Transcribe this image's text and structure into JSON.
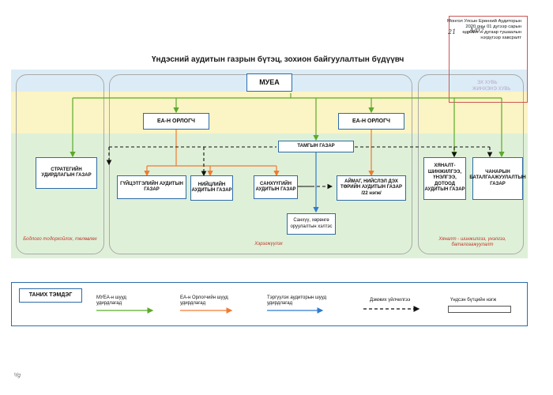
{
  "stamp": {
    "lines": [
      "Монгол Улсын Ерөнхий Аудиторын",
      "2020 оны 01 дугээр сарын",
      "өдрийн ... дугаар тушаалын",
      "нэгдүгээр хавсралт"
    ],
    "handwritten_date": "21",
    "handwritten_num": "A/02",
    "faded_stamp_lines": [
      "ЭХ ХУВЬ",
      "ЖИНХЭНЭ ХУВЬ"
    ]
  },
  "title": "Үндэсний аудитын газрын бүтэц, зохион байгуулалтын бүдүүвч",
  "nodes": {
    "muea": "МУЕА",
    "ea_orlogch_left": "ЕА-Н ОРЛОГЧ",
    "ea_orlogch_right": "ЕА-Н ОРЛОГЧ",
    "tamgiin_gazar": "ТАМГЫН ГАЗАР",
    "strategy": "СТРАТЕГИЙН УДИРДЛАГЫН ГАЗАР",
    "performance": "ГҮЙЦЭТГЭЛИЙН АУДИТЫН ГАЗАР",
    "compliance": "НИЙЦЛИЙН АУДИТЫН ГАЗАР",
    "financial": "САНХҮҮГИЙН АУДИТЫН ГАЗАР",
    "aimag": "АЙМАГ, НИЙСЛЭЛ ДЭХ ТӨРИЙН АУДИТЫН ГАЗАР /22 нэгж/",
    "finance_hr": "Санхүү, хөрөнгө оруулалтын хэлтэс",
    "review": "ХЯНАЛТ-ШИНЖИЛГЭЭ, ҮНЭЛГЭЭ, ДОТООД АУДИТЫН ГАЗАР",
    "quality": "ЧАНАРЫН БАТАЛГААЖУУЛАЛТЫН ГАЗАР"
  },
  "zones": {
    "left": "Бодлого тодорхойлох, төлөвлөх",
    "center": "Хэрэгжүүлэх",
    "right": "Хяналт - шинжилгээ, үнэлгээ, баталгаажуулалт"
  },
  "legend": {
    "heading": "ТАНИХ ТЭМДЭГ",
    "items": [
      {
        "label": "МУЕА-н шууд удирдлагад",
        "color": "#5aaa2a",
        "style": "solid"
      },
      {
        "label": "ЕА-н Орлогчийн шууд удирдлагад",
        "color": "#f07a30",
        "style": "solid"
      },
      {
        "label": "Тэргүүлэх аудиторын шууд удирдлагад",
        "color": "#2f7bd0",
        "style": "solid"
      },
      {
        "label": "Дэмжих үйлчилгээ",
        "color": "#111111",
        "style": "dashed"
      },
      {
        "label": "Үндсэн бүтцийн нэгж",
        "color": "#111111",
        "style": "box"
      }
    ]
  },
  "footer_mark": "ʰ/g"
}
